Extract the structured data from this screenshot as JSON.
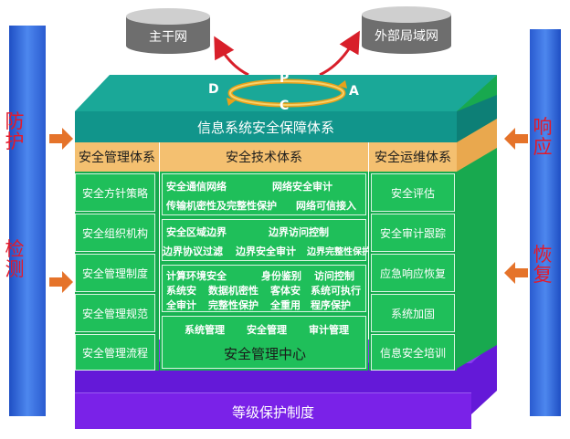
{
  "databases": {
    "backbone": "主干网",
    "external_lan": "外部局域网"
  },
  "pdca": {
    "p": "P",
    "d": "D",
    "c": "C",
    "a": "A"
  },
  "top_title": "信息系统安全保障体系",
  "left_labels": {
    "top": "防护",
    "bottom": "检测"
  },
  "right_labels": {
    "top": "响应",
    "bottom": "恢复"
  },
  "management": {
    "header": "安全管理体系",
    "items": [
      "安全方针策略",
      "安全组织机构",
      "安全管理制度",
      "安全管理规范",
      "安全管理流程"
    ]
  },
  "technology": {
    "header": "安全技术体系",
    "group1": {
      "line1": [
        "安全通信网络",
        "网络安全审计"
      ],
      "line2": [
        "传输机密性及完整性保护",
        "网络可信接入"
      ]
    },
    "group2": {
      "line1": [
        "安全区域边界",
        "边界访问控制"
      ],
      "line2": [
        "边界协议过滤",
        "边界安全审计",
        "边界完整性保护"
      ]
    },
    "group3": {
      "line1": [
        "计算环境安全",
        "身份鉴别",
        "访问控制"
      ],
      "line2": [
        "系统安",
        "数据机密性",
        "客体安",
        "系统可执行"
      ],
      "line3": [
        "全审计",
        "完整性保护",
        "全重用",
        "程序保护"
      ]
    },
    "center_items": [
      "系统管理",
      "安全管理",
      "审计管理"
    ],
    "center_title": "安全管理中心"
  },
  "operations": {
    "header": "安全运维体系",
    "items": [
      "安全评估",
      "安全审计跟踪",
      "应急响应恢复",
      "系统加固",
      "信息安全培训"
    ]
  },
  "base": "等级保护制度",
  "colors": {
    "teal": "#11998f",
    "green": "#1fbf5a",
    "orange": "#f4c070",
    "purple": "#7a22e8",
    "blue_bar": "#3f6fe0",
    "red_text": "#e3192a"
  }
}
